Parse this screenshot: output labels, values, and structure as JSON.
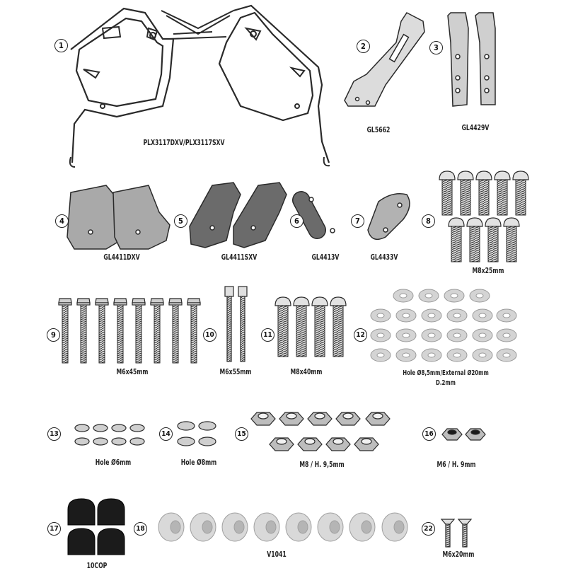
{
  "colors": {
    "line": "#2a2a2a",
    "metal": "#c9c9c9",
    "dark_plate": "#6d6d6d",
    "light_plate": "#a6a6a6",
    "nut": "#bdbdbd",
    "cap": "#1b1b1b",
    "spacer": "#d9d9d9"
  },
  "parts": [
    {
      "num": "1",
      "label": "PLX3117DXV/PLX3117SXV"
    },
    {
      "num": "2",
      "label": "GL5662"
    },
    {
      "num": "3",
      "label": "GL4429V"
    },
    {
      "num": "4",
      "label": "GL4411DXV"
    },
    {
      "num": "5",
      "label": "GL4411SXV"
    },
    {
      "num": "6",
      "label": "GL4413V"
    },
    {
      "num": "7",
      "label": "GL4433V"
    },
    {
      "num": "8",
      "label": "M8x25mm"
    },
    {
      "num": "9",
      "label": "M6x45mm"
    },
    {
      "num": "10",
      "label": "M6x55mm"
    },
    {
      "num": "11",
      "label": "M8x40mm"
    },
    {
      "num": "12",
      "label": "Hole Ø8,5mm/External Ø20mm",
      "label2": "D.2mm"
    },
    {
      "num": "13",
      "label": "Hole Ø6mm"
    },
    {
      "num": "14",
      "label": "Hole Ø8mm"
    },
    {
      "num": "15",
      "label": "M8 / H. 9,5mm"
    },
    {
      "num": "16",
      "label": "M6 / H. 9mm"
    },
    {
      "num": "17",
      "label": "10COP"
    },
    {
      "num": "18",
      "label": "V1041"
    },
    {
      "num": "22",
      "label": "M6x20mm"
    }
  ]
}
